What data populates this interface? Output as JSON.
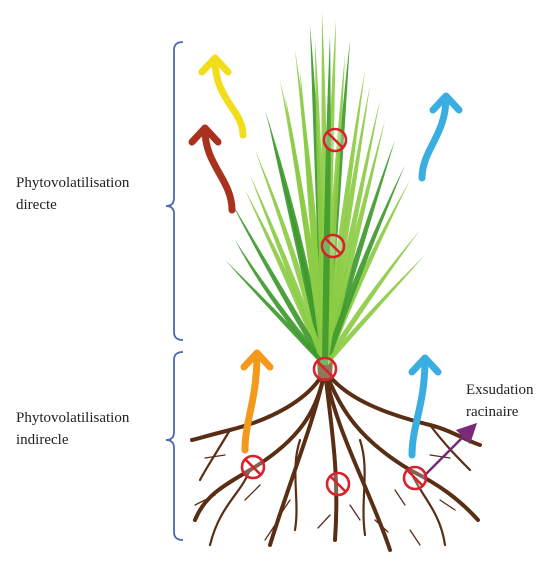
{
  "labels": {
    "direct": {
      "line1": "Phytovolatilisation",
      "line2": "directe"
    },
    "indirect": {
      "line1": "Phytovolatilisation",
      "line2": "indirecle"
    },
    "exudation": {
      "line1": "Exsudation",
      "line2": "racinaire"
    }
  },
  "colors": {
    "bracket": "#4a6aa8",
    "leaf_light": "#8ccc45",
    "leaf_dark": "#3f9a2c",
    "root": "#5a2e14",
    "stop_sign": "#d8222b",
    "arrow_yellow": "#f2dd1a",
    "arrow_red": "#a8321e",
    "arrow_blue": "#3aaee0",
    "arrow_orange": "#f39a1c",
    "arrow_purple": "#7a2a7a"
  },
  "icons": {
    "stop_sign": "prohibition-icon",
    "arrow": "curved-up-arrow-icon"
  }
}
